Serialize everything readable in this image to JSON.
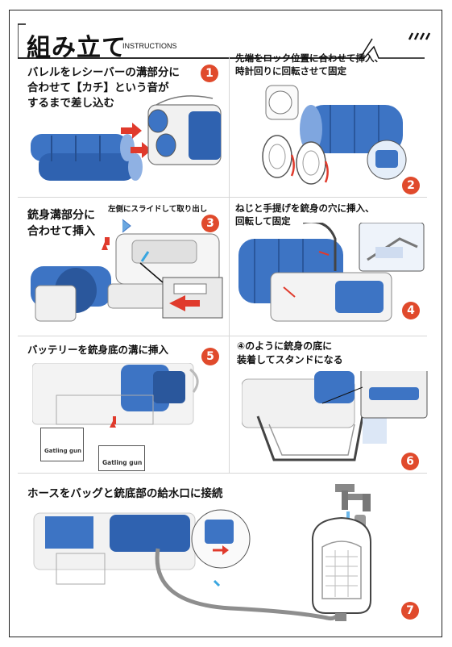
{
  "header": {
    "title": "組み立て",
    "subtitle": "INSTRUCTIONS"
  },
  "steps": [
    {
      "number": "1",
      "text_lines": [
        "バレルをレシーバーの溝部分に",
        "合わせて【カチ】という音が",
        "するまで差し込む"
      ]
    },
    {
      "number": "2",
      "text_lines": [
        "先端をロック位置に合わせて挿入、",
        "時計回りに回転させて固定"
      ]
    },
    {
      "number": "3",
      "text_lines": [
        "銃身溝部分に",
        "合わせて挿入"
      ],
      "note": "左側にスライドして取り出し"
    },
    {
      "number": "4",
      "text_lines": [
        "ねじと手提げを銃身の穴に挿入、",
        "回転して固定"
      ]
    },
    {
      "number": "5",
      "text_lines": [
        "バッテリーを銃身底の溝に挿入"
      ],
      "box_labels": [
        "Gatling gun",
        "Gatling gun"
      ]
    },
    {
      "number": "6",
      "text_lines": [
        "④のように銃身の底に",
        "装着してスタンドになる"
      ]
    },
    {
      "number": "7",
      "text_lines": [
        "ホースをバッグと銃底部の給水口に接続"
      ]
    }
  ],
  "colors": {
    "accent": "#e04a2c",
    "blue": "#3d74c4",
    "blue_light": "#7fa6df"
  },
  "icons": [
    "arrow-right-icon",
    "clockwise-arrow-icon",
    "faucet-icon",
    "water-bag-icon",
    "hose-icon"
  ]
}
